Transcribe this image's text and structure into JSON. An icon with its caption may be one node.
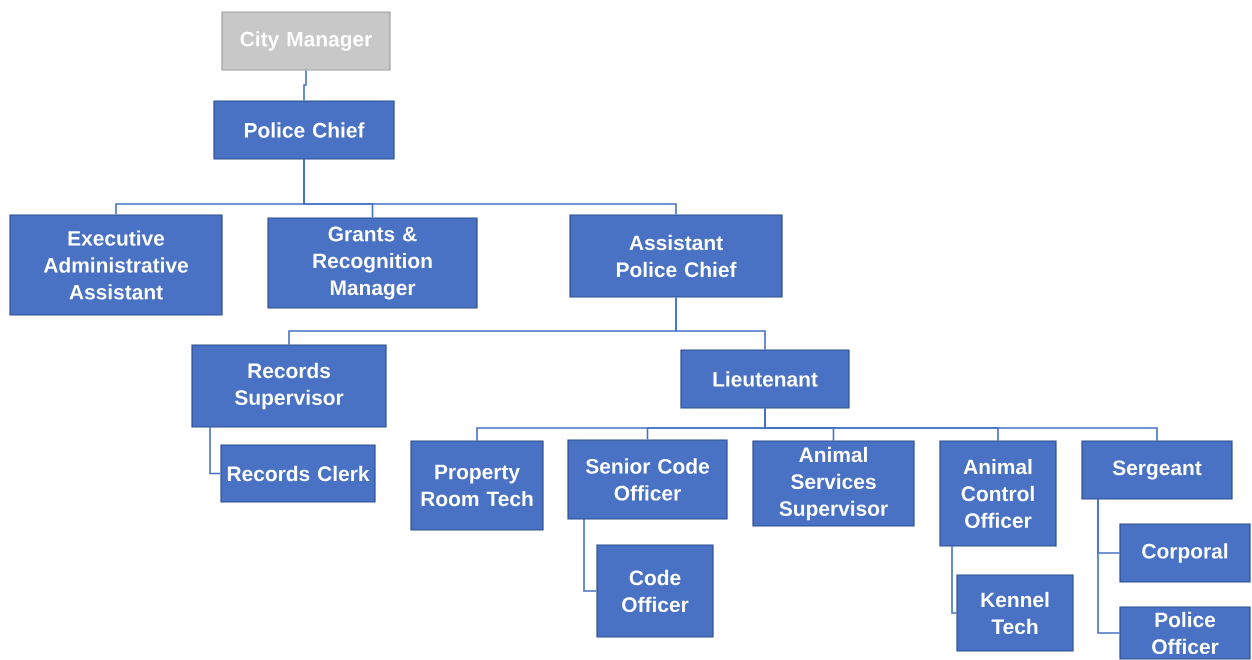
{
  "diagram": {
    "nodes": [
      {
        "text": [
          "City Manager"
        ]
      },
      {
        "text": [
          "Police Chief"
        ]
      },
      {
        "text": [
          "Executive Administrative Assistant"
        ]
      },
      {
        "text": [
          "Grants & Recognition Manager"
        ]
      },
      {
        "text": [
          "Assistant Police Chief"
        ]
      },
      {
        "text": [
          "Records Supervisor"
        ]
      },
      {
        "text": [
          "Lieutenant"
        ]
      },
      {
        "text": [
          "Records Clerk"
        ]
      },
      {
        "text": [
          "Property Room Tech"
        ]
      },
      {
        "text": [
          "Senior Code Officer"
        ]
      },
      {
        "text": [
          "Animal Services Supervisor"
        ]
      },
      {
        "text": [
          "Animal Control Officer"
        ]
      },
      {
        "text": [
          "Sergeant"
        ]
      },
      {
        "text": [
          "Code Officer"
        ]
      },
      {
        "text": [
          "Kennel Tech"
        ]
      },
      {
        "text": [
          "Corporal"
        ]
      },
      {
        "text": [
          "Police Officer"
        ]
      }
    ],
    "edges": [
      {
        "from": 0,
        "to": 1,
        "arrow": "none"
      },
      {
        "from": 1,
        "to": 2,
        "arrow": "none"
      },
      {
        "from": 1,
        "to": 3,
        "arrow": "none"
      },
      {
        "from": 1,
        "to": 4,
        "arrow": "none"
      },
      {
        "from": 4,
        "to": 5,
        "arrow": "none"
      },
      {
        "from": 4,
        "to": 6,
        "arrow": "none"
      },
      {
        "from": 5,
        "to": 7,
        "arrow": "none"
      },
      {
        "from": 6,
        "to": 8,
        "arrow": "none"
      },
      {
        "from": 6,
        "to": 9,
        "arrow": "none"
      },
      {
        "from": 6,
        "to": 10,
        "arrow": "none"
      },
      {
        "from": 6,
        "to": 11,
        "arrow": "none"
      },
      {
        "from": 6,
        "to": 12,
        "arrow": "none"
      },
      {
        "from": 9,
        "to": 13,
        "arrow": "none"
      },
      {
        "from": 11,
        "to": 14,
        "arrow": "none"
      },
      {
        "from": 12,
        "to": 15,
        "arrow": "none"
      },
      {
        "from": 12,
        "to": 16,
        "arrow": "none"
      }
    ]
  }
}
